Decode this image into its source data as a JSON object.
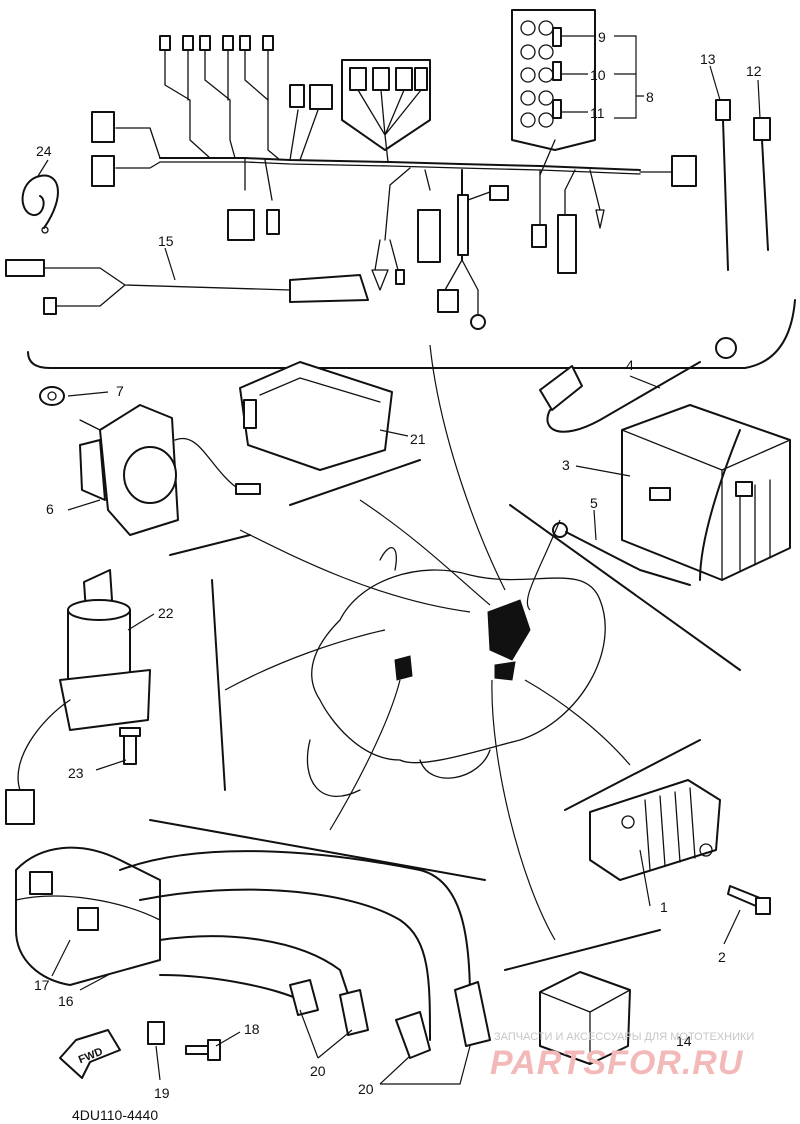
{
  "diagram": {
    "callouts": [
      {
        "id": "1",
        "label": "1"
      },
      {
        "id": "2",
        "label": "2"
      },
      {
        "id": "3",
        "label": "3"
      },
      {
        "id": "4",
        "label": "4"
      },
      {
        "id": "5",
        "label": "5"
      },
      {
        "id": "6",
        "label": "6"
      },
      {
        "id": "7",
        "label": "7"
      },
      {
        "id": "8",
        "label": "8"
      },
      {
        "id": "9",
        "label": "9"
      },
      {
        "id": "10",
        "label": "10"
      },
      {
        "id": "11",
        "label": "11"
      },
      {
        "id": "12",
        "label": "12"
      },
      {
        "id": "13",
        "label": "13"
      },
      {
        "id": "14",
        "label": "14"
      },
      {
        "id": "15",
        "label": "15"
      },
      {
        "id": "16",
        "label": "16"
      },
      {
        "id": "17",
        "label": "17"
      },
      {
        "id": "18",
        "label": "18"
      },
      {
        "id": "19",
        "label": "19"
      },
      {
        "id": "20a",
        "label": "20"
      },
      {
        "id": "20b",
        "label": "20"
      },
      {
        "id": "21",
        "label": "21"
      },
      {
        "id": "22",
        "label": "22"
      },
      {
        "id": "23",
        "label": "23"
      },
      {
        "id": "24",
        "label": "24"
      }
    ],
    "drawing_code": "4DU110-4440",
    "direction_label": "FWD",
    "watermark": {
      "line1": "ЗАПЧАСТИ И АКСЕССУАРЫ ДЛЯ МОТОТЕХНИКИ",
      "line2": "PARTSFOR.RU"
    }
  }
}
